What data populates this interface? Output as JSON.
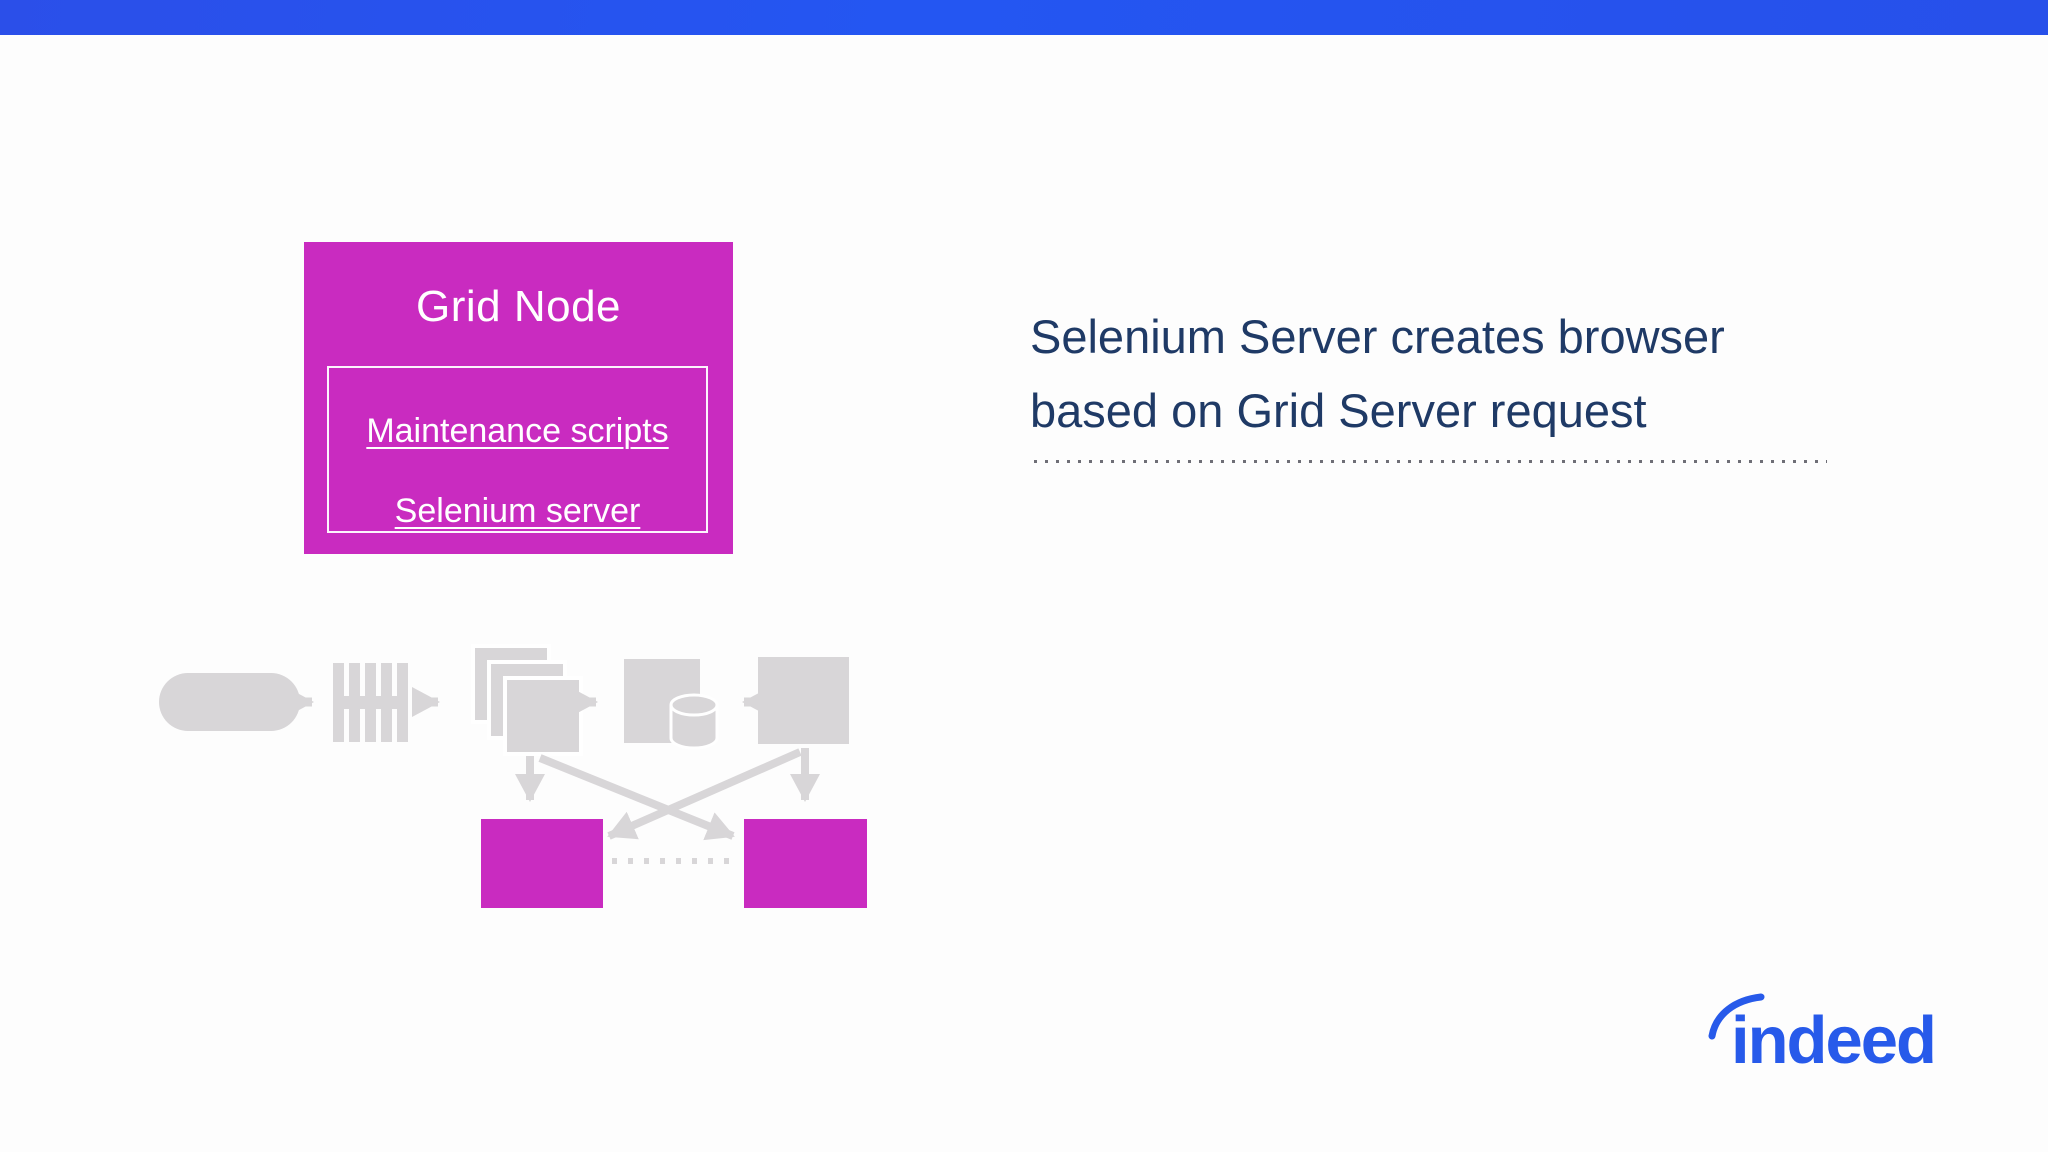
{
  "slide": {
    "heading": {
      "line1": "Selenium Server creates browser",
      "line2": "based on Grid Server request"
    },
    "grid_node": {
      "title": "Grid Node",
      "items": [
        {
          "label": "Maintenance scripts"
        },
        {
          "label": "Selenium server"
        }
      ]
    },
    "diagram": {
      "icons": [
        "client-pill-icon",
        "queue-icon",
        "stacked-pages-icon",
        "hub-with-database-icon",
        "grid-server-icon"
      ],
      "nodes": [
        "browser-node-left",
        "browser-node-right"
      ]
    },
    "logo": {
      "text": "indeed"
    },
    "colors": {
      "top_bar": "#2750EC",
      "magenta": "#C92BC0",
      "gray_shape": "#D8D6D8",
      "heading_text": "#1F3A66",
      "logo_blue": "#275AEA",
      "link_text": "#FFFFFF",
      "dot_color": "#55555E",
      "background": "#FDFDFD"
    }
  }
}
